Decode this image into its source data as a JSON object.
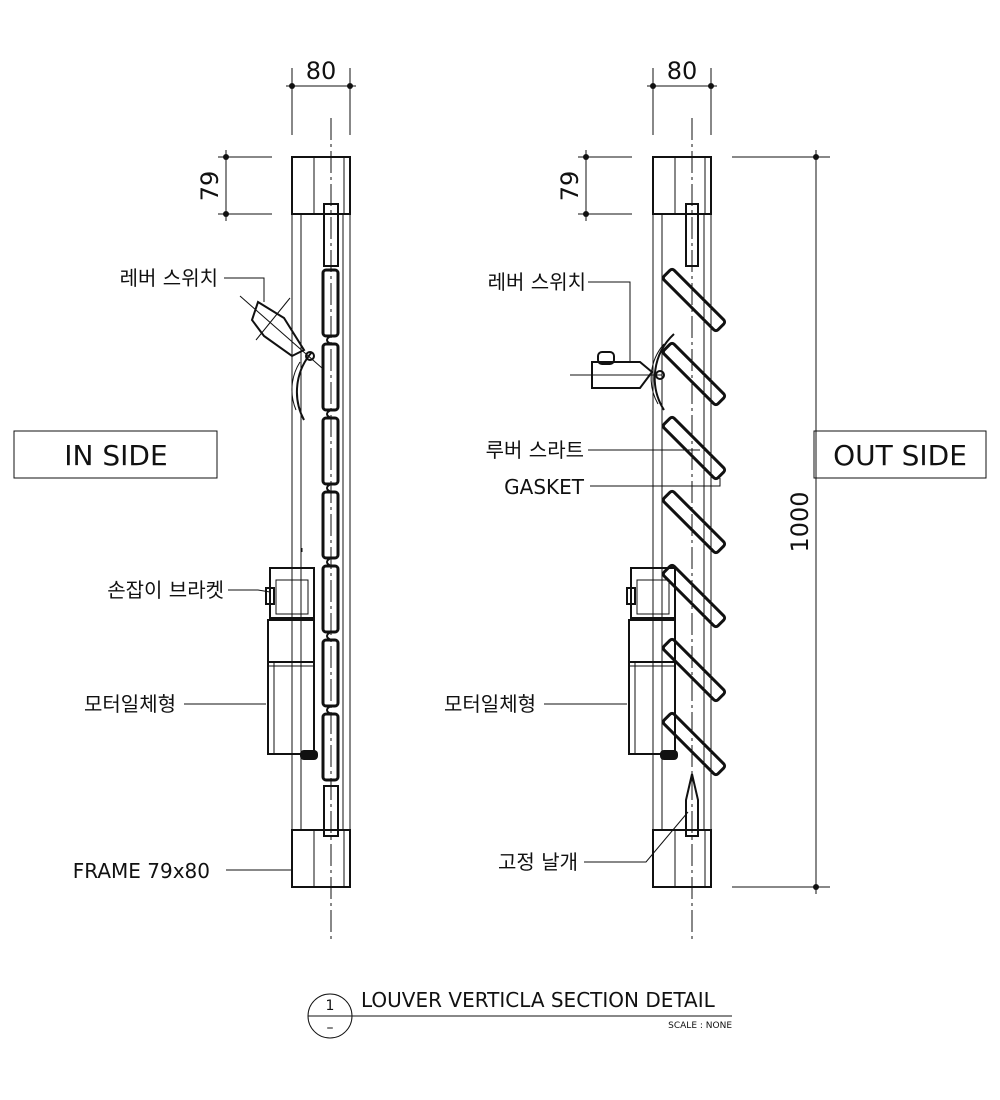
{
  "left_view": {
    "dim_width": "80",
    "dim_height": "79",
    "side_label": "IN SIDE",
    "labels": {
      "lever_switch": "레버 스위치",
      "handle_bracket": "손잡이 브라켓",
      "motor_integrated": "모터일체형",
      "frame": "FRAME 79x80"
    }
  },
  "right_view": {
    "dim_width": "80",
    "dim_height": "79",
    "dim_overall": "1000",
    "side_label": "OUT SIDE",
    "labels": {
      "lever_switch": "레버 스위치",
      "louver_slat": "루버 스라트",
      "gasket": "GASKET",
      "motor_integrated": "모터일체형",
      "fixed_wing": "고정 날개"
    }
  },
  "title_block": {
    "detail_number": "1",
    "sheet_ref": "–",
    "title": "LOUVER VERTICLA SECTION DETAIL",
    "scale": "SCALE : NONE"
  }
}
